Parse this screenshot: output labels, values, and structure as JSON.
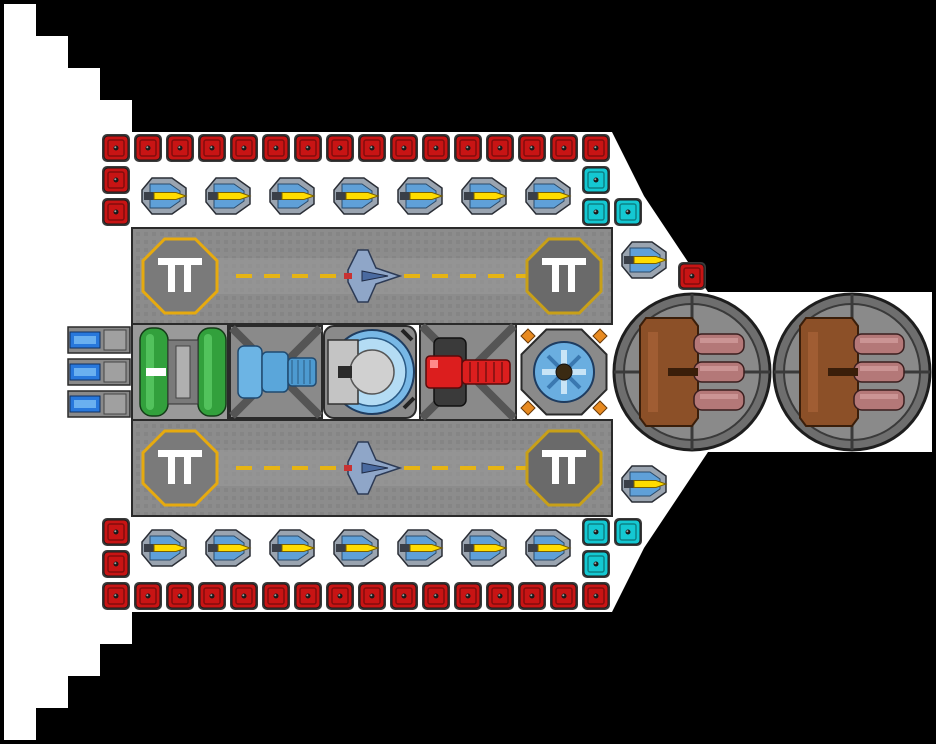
{
  "colors": {
    "background": "#000000",
    "hull": "#ffffff",
    "armor_red": "#c81414",
    "armor_cyan": "#14c8d2",
    "deck": "#8c8c8c",
    "pad_ring": "#e6aa0f",
    "pad_mark": "#ffffff",
    "lane": "#e6b414",
    "missile": "#ffdc00",
    "engine_blue": "#2878dc",
    "reactor_green": "#32a03c",
    "cannon_red": "#dc1e1e",
    "turret_brown": "#8c5028",
    "barrel": "#b47878"
  },
  "icons": {
    "armor": "armor-block-icon",
    "missile": "missile-launcher-icon",
    "landing_pad": "landing-pad-icon",
    "fighter": "fighter-craft-icon",
    "engine": "engine-icon",
    "reactor": "reactor-icon",
    "shield": "shield-generator-icon",
    "cannon": "cannon-icon",
    "turret": "heavy-turret-icon"
  },
  "modules": {
    "top_armor_count": 16,
    "missiles_per_row": 7,
    "engines": 3,
    "heavy_turrets": 2,
    "hangars": 2
  }
}
